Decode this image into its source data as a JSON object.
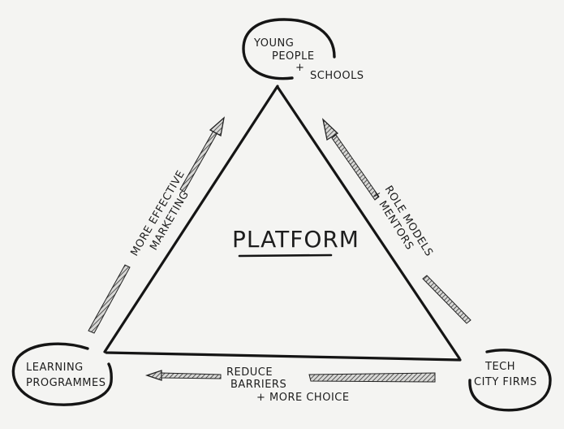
{
  "diagram": {
    "center_label": "PLATFORM",
    "nodes": {
      "top": {
        "lines": [
          "YOUNG",
          "PEOPLE",
          "+",
          "SCHOOLS"
        ]
      },
      "bottom_left": {
        "lines": [
          "LEARNING",
          "PROGRAMMES"
        ]
      },
      "bottom_right": {
        "lines": [
          "TECH",
          "CITY FIRMS"
        ]
      }
    },
    "edges": {
      "left": {
        "lines": [
          "MORE EFFECTIVE",
          "MARKETING"
        ],
        "direction": "bottom-left to top"
      },
      "right": {
        "lines": [
          "ROLE MODELS",
          "+ MENTORS"
        ],
        "direction": "bottom-right to top"
      },
      "bottom": {
        "lines": [
          "REDUCE",
          "BARRIERS",
          "+ MORE CHOICE"
        ],
        "direction": "bottom-right to bottom-left"
      }
    },
    "colors": {
      "background": "#f4f4f2",
      "ink": "#151515"
    }
  }
}
